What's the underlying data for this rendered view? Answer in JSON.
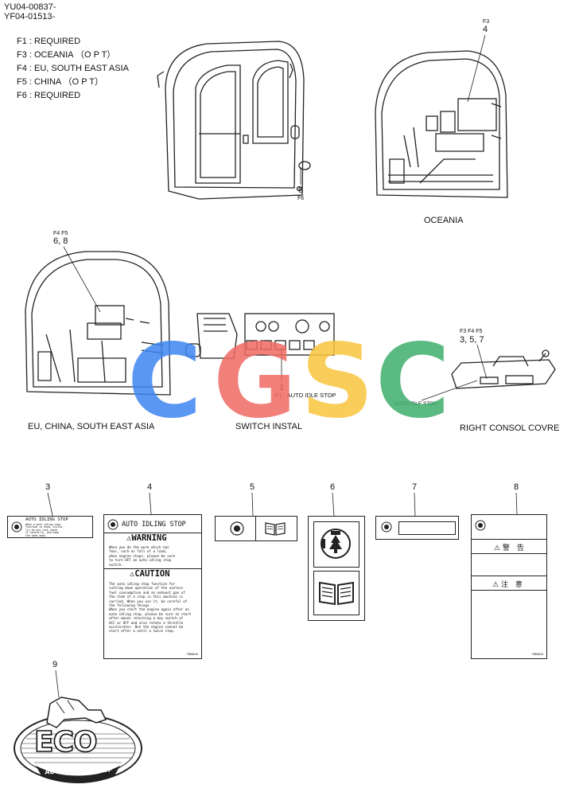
{
  "header": {
    "code1": "YU04-00837-",
    "code2": "YF04-01513-"
  },
  "legend": [
    "F1 : REQUIRED",
    "F3 : OCEANIA （O P T）",
    "F4 : EU, SOUTH EAST ASIA",
    "F5 : CHINA （O P T）",
    "F6 : REQUIRED"
  ],
  "callouts": {
    "cab_main_part": "9",
    "cab_main_flag": "F6",
    "oceania_flag": "F3",
    "oceania_part": "4",
    "eu_flags": "F4  F5",
    "eu_parts": "6, 8",
    "switch_part": "1",
    "switch_note": "F1 : AUTO IDLE STOP",
    "right_flags": "F3  F4  F5",
    "right_parts": "3, 5, 7",
    "right_note": "AUTO IDLE STOP"
  },
  "captions": {
    "oceania": "OCEANIA",
    "eu": "EU, CHINA, SOUTH EAST ASIA",
    "switch": "SWITCH INSTAL",
    "right": "RIGHT CONSOL COVRE"
  },
  "parts": {
    "p3": "3",
    "p4": "4",
    "p5": "5",
    "p6": "6",
    "p7": "7",
    "p8": "8",
    "p9": "9"
  },
  "label3": {
    "title": "AUTO IDLING STOP",
    "lines": [
      "When a work idling stop",
      "function is used, initia-",
      "lly do not lock check",
      "it carefully, and keep",
      "the hand away."
    ]
  },
  "label4": {
    "title": "AUTO IDLING STOP",
    "warning": "WARNING",
    "warning_lines": [
      "When you do the work which has",
      "fear, such as fall of a load,",
      "when engine stops, please be sure",
      "to turn OFF an auto idling stop",
      "switch."
    ],
    "caution": "CAUTION",
    "caution_lines": [
      "The auto idling stop function for",
      "cutting down operation of the useless",
      "fuel consumption and an exhaust gas of",
      "the time of a stop is this machine is",
      "carried. When you use it, be careful of",
      "the following things.",
      "When you start the engine again after an",
      "auto idling stop, please be sure to start",
      "after moves returning a key switch of",
      "ACC or OFF and also rotate a throttle",
      "accelerator. But the engine cannot be",
      "start after a until a twice stop."
    ],
    "footer": "TMD0016"
  },
  "label8": {
    "warn_jp": "⚠ 警　告",
    "caution_jp": "⚠ 注　意",
    "footer": "TMD0016"
  },
  "eco": {
    "word": "ECO",
    "banner": "AUTO IDLING STOP"
  },
  "watermark": {
    "letters": [
      "C",
      "G",
      "S",
      "C"
    ],
    "colors": [
      "#3d86f0",
      "#ef6b63",
      "#f9c53d",
      "#3fae6c"
    ]
  }
}
